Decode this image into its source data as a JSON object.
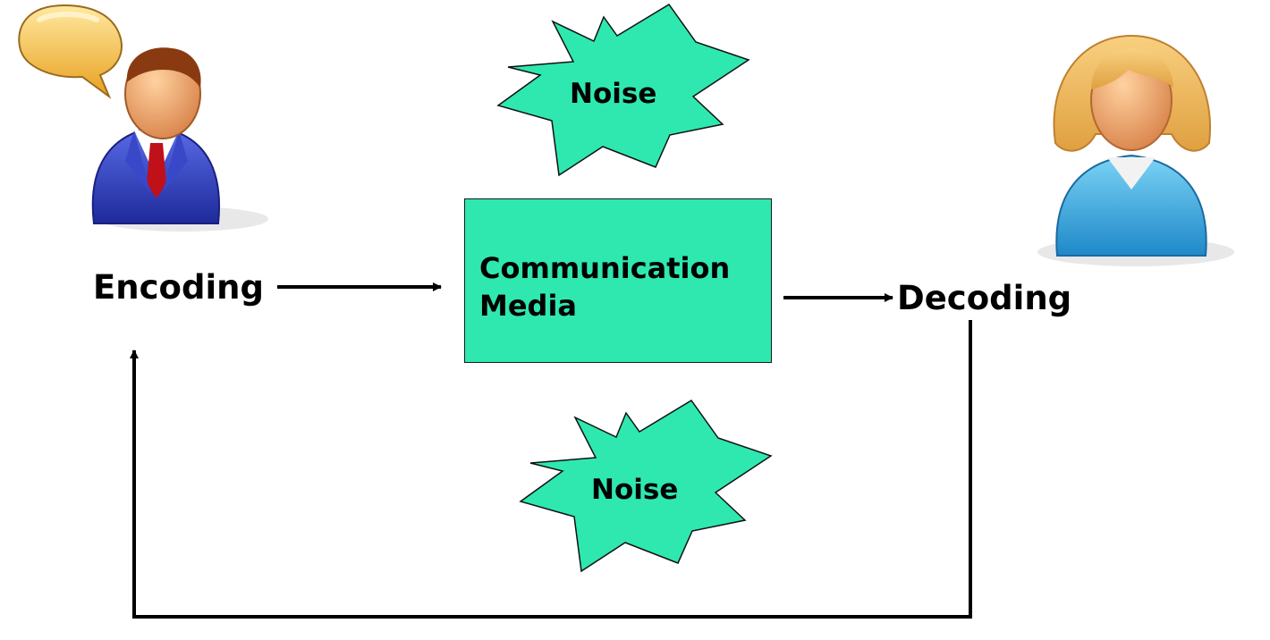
{
  "sender": {
    "label": "Encoding",
    "icon": "man-speaking-icon"
  },
  "receiver": {
    "label": "Decoding",
    "icon": "woman-icon"
  },
  "media": {
    "line1": "Communication",
    "line2": "Media"
  },
  "noise_top": {
    "label": "Noise"
  },
  "noise_bottom": {
    "label": "Noise"
  },
  "colors": {
    "shape_fill": "#2EE8B0",
    "line": "#000000",
    "man_suit": "#2E3FC0",
    "man_tie": "#C0101A",
    "woman_shirt": "#2AA8E0",
    "skin": "#F2A86A",
    "speech_bubble": "#F5C040"
  }
}
